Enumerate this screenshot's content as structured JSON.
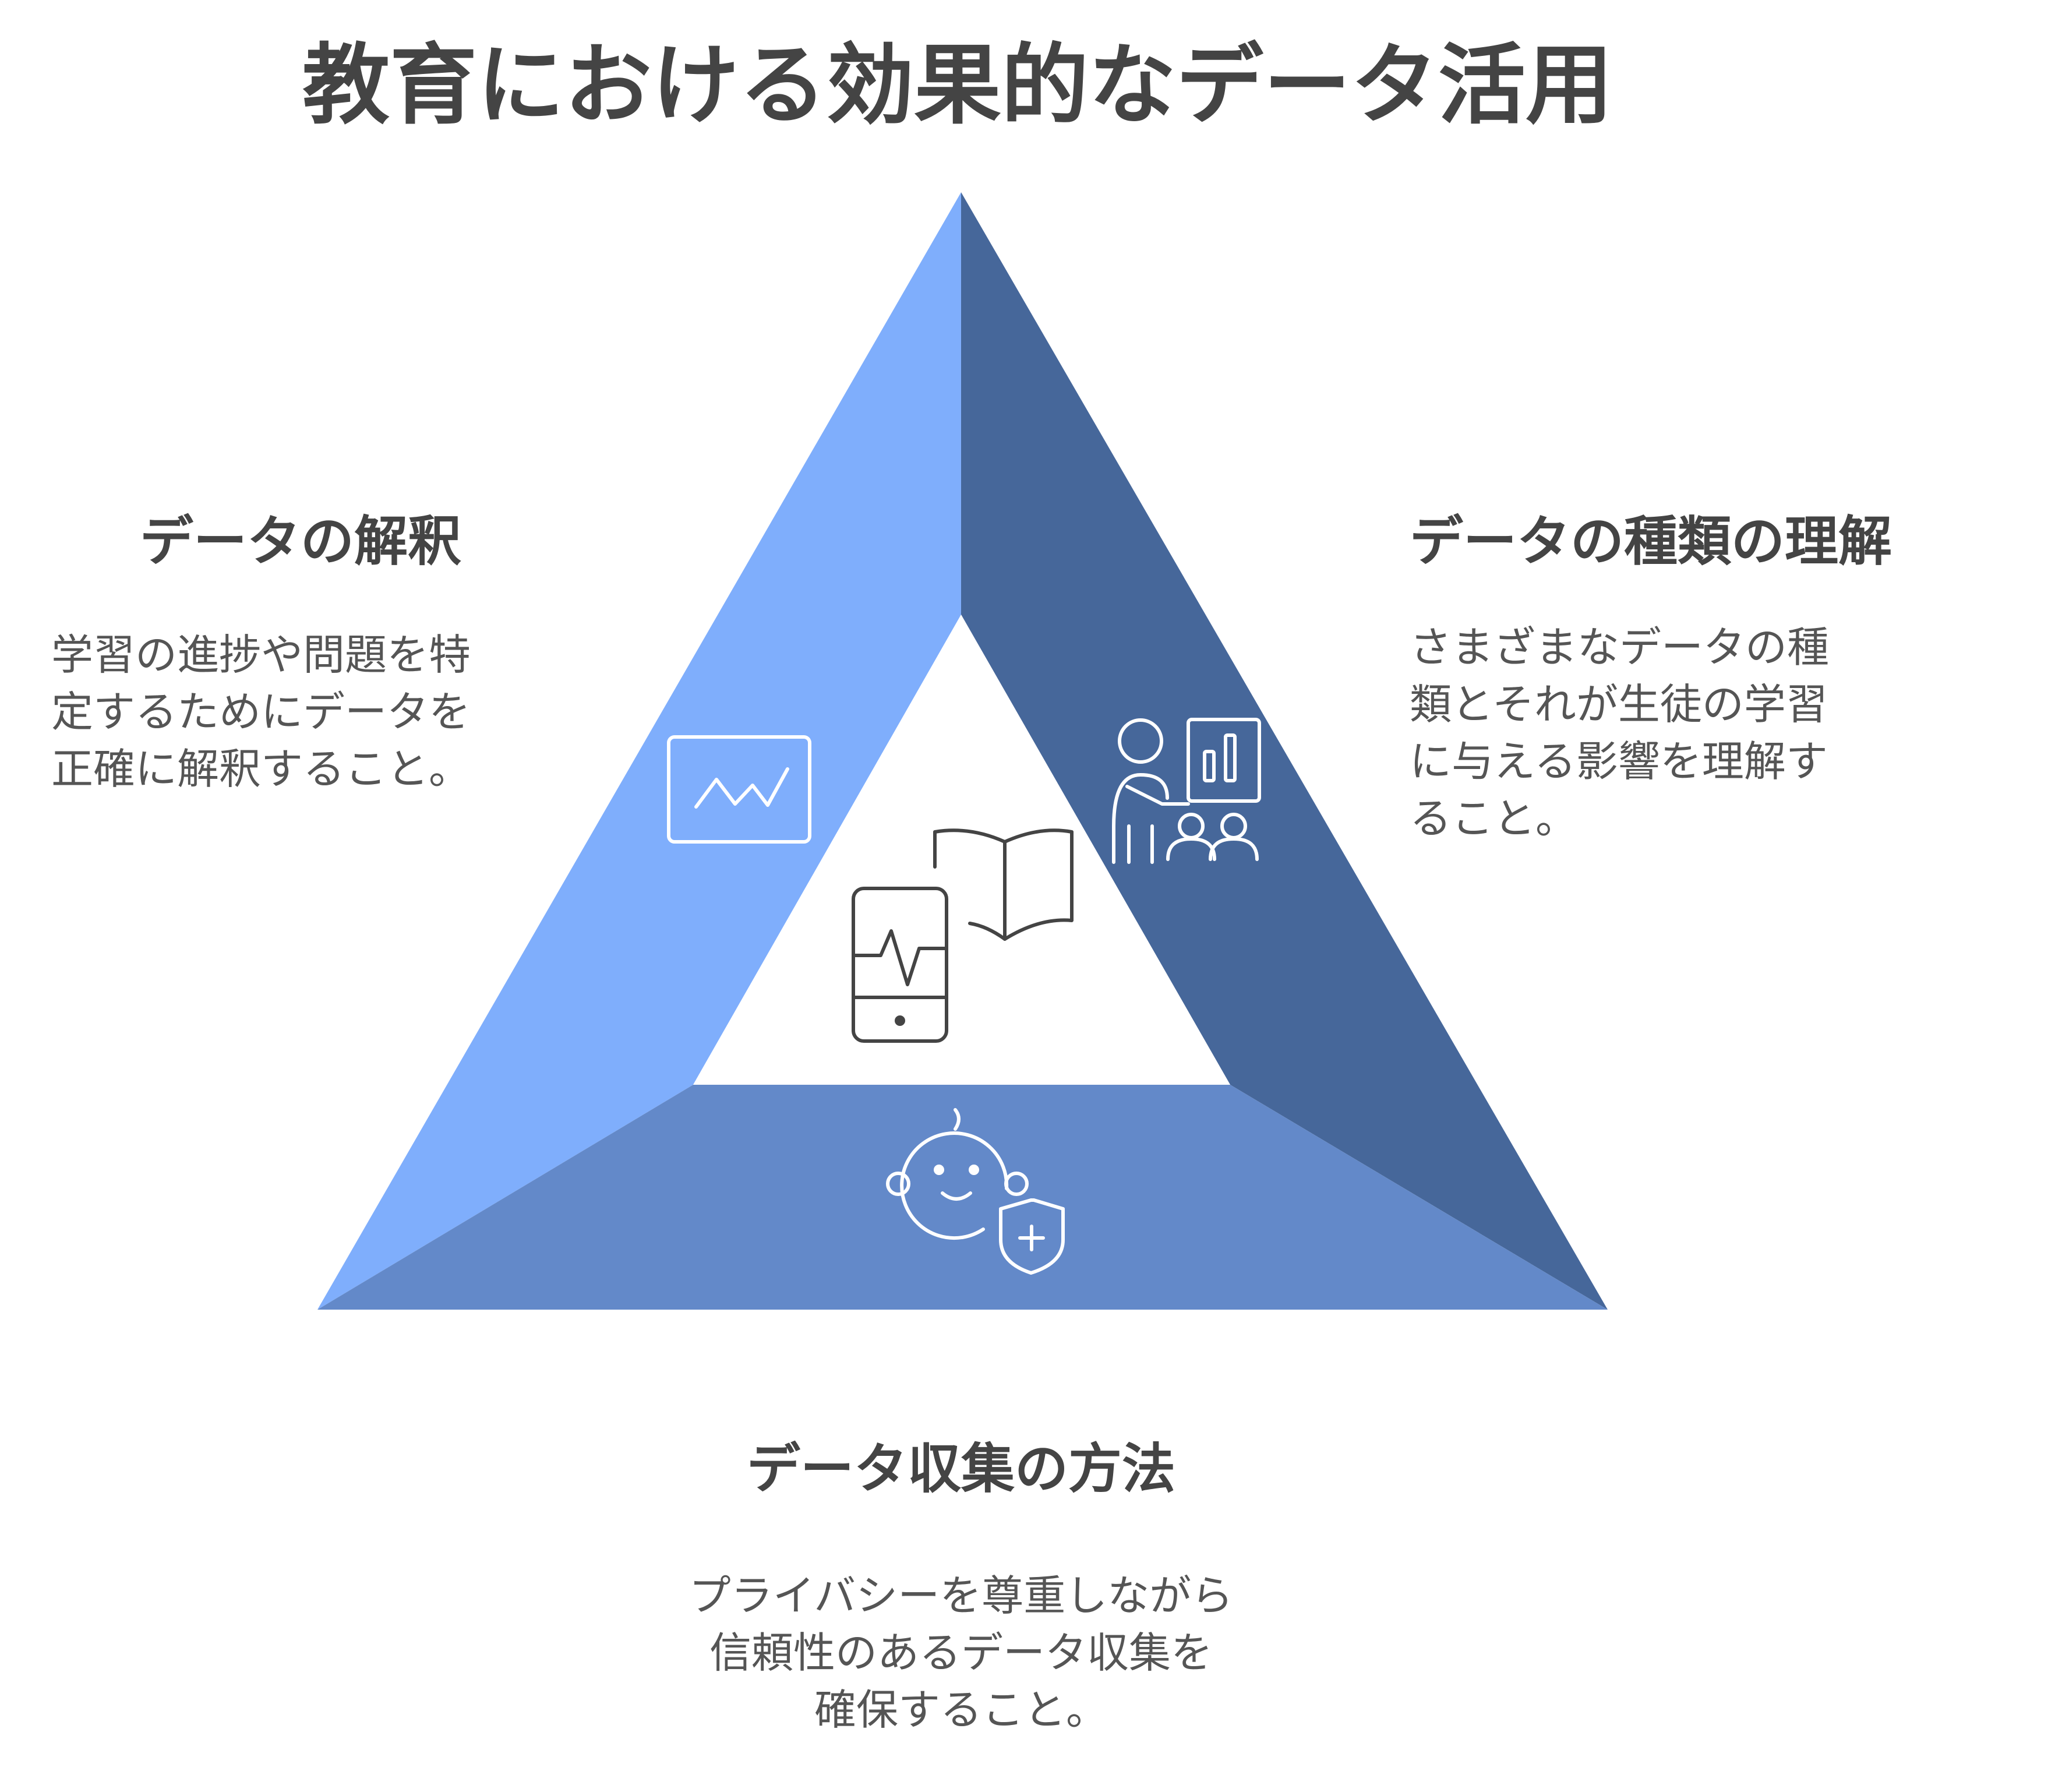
{
  "title": "教育における効果的なデータ活用",
  "sections": {
    "interpretation": {
      "heading": "データの解釈",
      "description": "学習の進捗や問題を特\n定するためにデータを\n正確に解釈すること。"
    },
    "types": {
      "heading": "データの種類の理解",
      "description": "さまざまなデータの種\n類とそれが生徒の学習\nに与える影響を理解す\nること。"
    },
    "collection": {
      "heading": "データ収集の方法",
      "description": "プライバシーを尊重しながら\n信頼性のあるデータ収集を\n確保すること。"
    }
  },
  "icons": {
    "left_face": "line-chart-icon",
    "right_face": "teacher-presentation-icon",
    "bottom_face": "child-protection-icon",
    "center": "tablet-and-book-icon"
  },
  "colors": {
    "left_face": "#7faefc",
    "right_face": "#46679a",
    "bottom_face": "#6389c9",
    "icon_light": "#ffffff",
    "icon_dark": "#444444",
    "text": "#444444"
  }
}
